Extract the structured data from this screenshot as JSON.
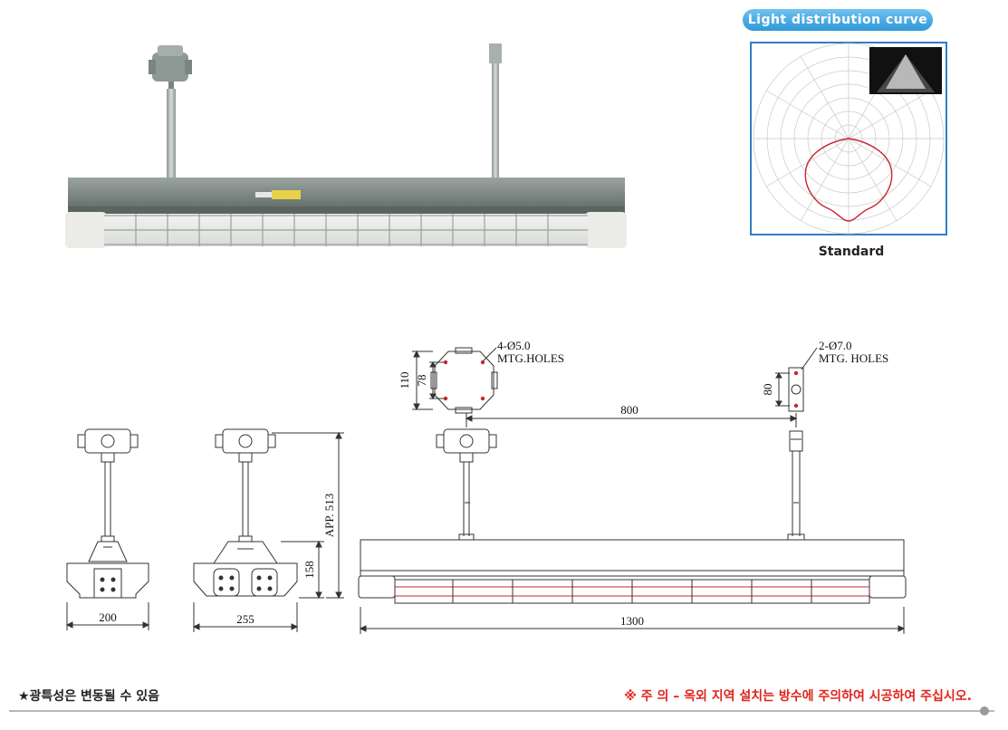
{
  "distribution": {
    "title": "Light distribution curve",
    "caption": "Standard"
  },
  "drawing": {
    "mount_a": {
      "spec": "4-Ø5.0",
      "label": "MTG.HOLES",
      "height": "110",
      "inner": "78"
    },
    "mount_b": {
      "spec": "2-Ø7.0",
      "label": "MTG. HOLES",
      "height": "80"
    },
    "spacing": "800",
    "width_single": "200",
    "width_double": "255",
    "body_height": "158",
    "total_height": "APP. 513",
    "length": "1300"
  },
  "footer": {
    "note": "★광특성은 변동될 수 있음",
    "warning": "※ 주 의 – 옥외 지역 설치는 방수에 주의하여 시공하여 주십시오."
  },
  "colors": {
    "accent_blue": "#2f98d8",
    "warning_red": "#e0241b",
    "curve_red": "#c8262c",
    "housing_gray": "#7f8a86"
  }
}
